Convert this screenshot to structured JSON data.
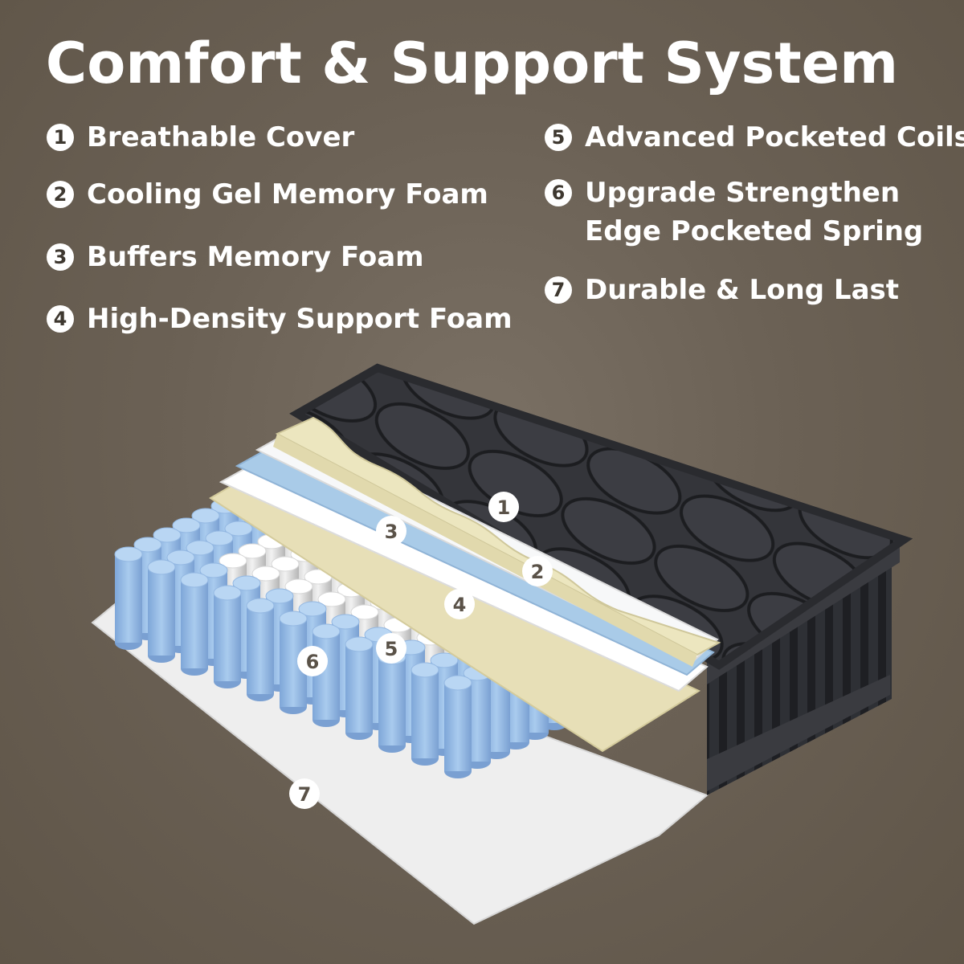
{
  "header": {
    "title": "Comfort & Support System"
  },
  "features": [
    {
      "num": "1",
      "label": "Breathable Cover"
    },
    {
      "num": "2",
      "label": "Cooling Gel Memory Foam"
    },
    {
      "num": "3",
      "label": "Buffers Memory Foam"
    },
    {
      "num": "4",
      "label": "High-Density Support Foam"
    },
    {
      "num": "5",
      "label": "Advanced Pocketed Coils"
    },
    {
      "num": "6",
      "label": "Upgrade Strengthen Edge Pocketed Spring"
    },
    {
      "num": "7",
      "label": "Durable & Long Last"
    }
  ],
  "diagram": {
    "markers": [
      "1",
      "2",
      "3",
      "4",
      "5",
      "6",
      "7"
    ],
    "colors": {
      "cover": "#2e2f33",
      "gel_foam": "#ece6bf",
      "buffer_foam": "#f4f6f8",
      "support_foam_blue": "#a9cbe8",
      "edge_coils": "#8fb4e0",
      "center_coils": "#e8e8e8",
      "base_board": "#efefef"
    }
  }
}
